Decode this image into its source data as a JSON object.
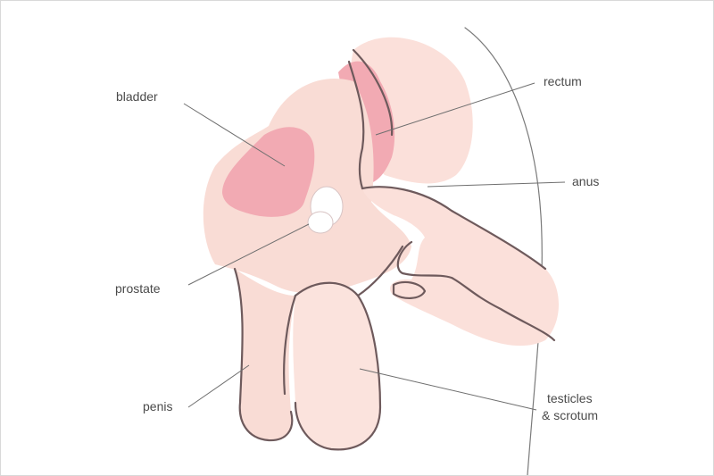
{
  "labels": {
    "bladder": "bladder",
    "rectum": "rectum",
    "anus": "anus",
    "prostate": "prostate",
    "penis": "penis",
    "testicles_line1": "testicles",
    "testicles_line2": "& scrotum"
  },
  "colors": {
    "skin": "#f9dcd5",
    "skin_light": "#fce8e3",
    "organ": "#f2aab3",
    "organ_dark": "#ee9aa6",
    "outline": "#6e5a5c",
    "text": "#4a4a4a"
  }
}
